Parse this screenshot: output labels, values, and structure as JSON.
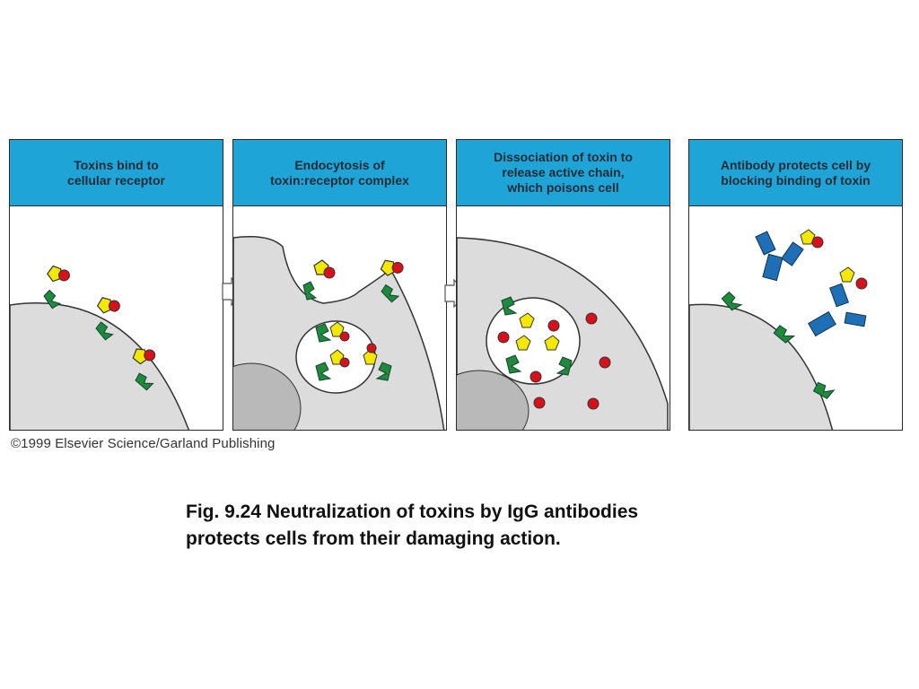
{
  "figure": {
    "panels": [
      {
        "id": "bind",
        "title_lines": [
          "Toxins bind to",
          "cellular receptor"
        ]
      },
      {
        "id": "endocytosis",
        "title_lines": [
          "Endocytosis of",
          "toxin:receptor complex"
        ]
      },
      {
        "id": "dissociation",
        "title_lines": [
          "Dissociation of toxin to",
          "release active chain,",
          "which poisons cell"
        ]
      },
      {
        "id": "antibody",
        "title_lines": [
          "Antibody protects cell by",
          "blocking binding of toxin"
        ]
      }
    ],
    "copyright": "©1999 Elsevier Science/Garland Publishing"
  },
  "caption": {
    "line1": "Fig. 9.24 Neutralization of toxins by IgG antibodies",
    "line2": "protects cells from their damaging action."
  },
  "colors": {
    "header_blue": "#1fa4d8",
    "cell_gray": "#dcdcdc",
    "receptor_green": "#1f8a3a",
    "toxin_yellow": "#f4e800",
    "toxin_red": "#d8101a",
    "antibody_blue": "#1e6fb8"
  }
}
